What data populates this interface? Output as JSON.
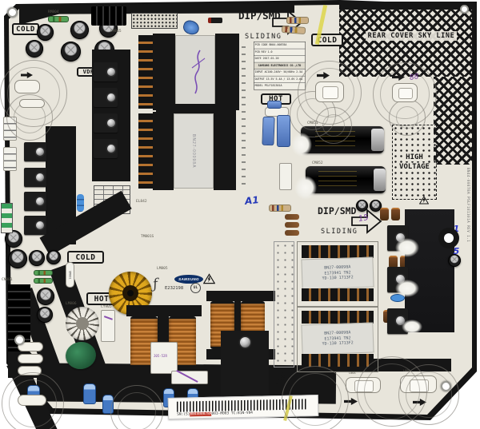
{
  "labels": {
    "cold_top_left": "COLD",
    "cold_top_mid": "COLD",
    "cold_bottom_left": "COLD",
    "hot_mid": "HOT",
    "hot_bottom_left": "HOT",
    "vdrv": "VDRV",
    "dip_smd_top": "DIP/SMD",
    "sliding_top": "SLIDING",
    "dip_smd_mid": "DIP/SMD",
    "sliding_mid": "SLIDING",
    "rear_cover": "REAR COVER SKY LINE",
    "high": "HIGH",
    "voltage": "VOLTAGE"
  },
  "spec_table": {
    "rows": [
      "PCB CODE  BN44-00878A",
      "PCB REV   1.0",
      "DATE      2017.01.20",
      "SAMSUNG ELECTRONICS CO.,LTD",
      "INPUT AC100-240V~ 50/60Hz 2.5A",
      "OUTPUT 13.5V 5.4A / 13.0V 2.6A",
      "MODEL PSLF181301A"
    ]
  },
  "transformer_label": {
    "line1": "BN27-00098A",
    "line2": "E173941 TN2",
    "line3": "YD-130 1713F2"
  },
  "brand": {
    "samsung": "SAMSUNG",
    "e_number": "E232198",
    "cert_glyph": "ƒ",
    "ul_mark": "UL"
  },
  "handwriting": {
    "a1": "A1",
    "num155": "155",
    "arrow_mark": "15",
    "mark88": "88"
  },
  "barcode": {
    "prefix": "SN:(S)",
    "highlight": "BN4400878A",
    "suffix": "003-M003 TC:B1N-V04"
  },
  "edge_text": {
    "right_vertical": "BN44-00878A PSLF181301A REV 1.1"
  },
  "silkscreen": {
    "rm804": "RM804",
    "cm865": "CM865",
    "el842": "EL842",
    "tm801s": "TM801S",
    "lm805": "LM805",
    "cm851": "CM851",
    "cm852": "CM852",
    "cy905": "CY905",
    "lm806": "LM806",
    "cn801": "CN801",
    "qm801": "QM801",
    "l06a": "L06A",
    "l06b": "L06B",
    "relay_mark": "J05-52R",
    "t2_side": "BN27-00098A"
  }
}
